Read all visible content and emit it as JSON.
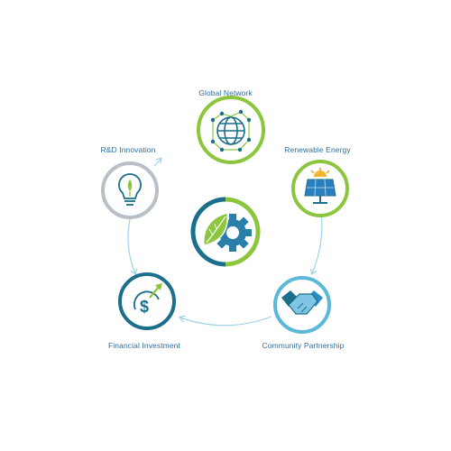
{
  "diagram": {
    "center": {
      "icon": "leaf-gear-icon"
    },
    "nodes": [
      {
        "id": "global-network",
        "label": "Global Network",
        "icon": "globe-network-icon",
        "ring_color": "#8cc63f"
      },
      {
        "id": "renewable-energy",
        "label": "Renewable Energy",
        "icon": "solar-panel-icon",
        "ring_color": "#8cc63f"
      },
      {
        "id": "community-partnership",
        "label": "Community Partnership",
        "icon": "handshake-icon",
        "ring_color": "#5bb8d9"
      },
      {
        "id": "financial-investment",
        "label": "Financial Investment",
        "icon": "dollar-growth-icon",
        "ring_color": "#1b6f8c"
      },
      {
        "id": "rd-innovation",
        "label": "R&D Innovation",
        "icon": "lightbulb-icon",
        "ring_color": "#b8bfc6"
      }
    ]
  },
  "colors": {
    "green": "#8cc63f",
    "light_blue": "#5bb8d9",
    "dark_blue": "#1b6f8c",
    "gray": "#b8bfc6",
    "connector": "#9fd3e8",
    "label": "#2f6f9f"
  },
  "stock_id": "170521396O"
}
